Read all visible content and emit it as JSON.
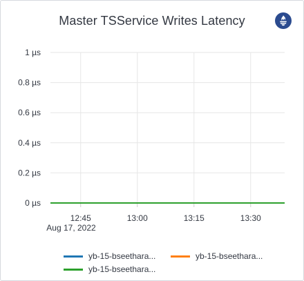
{
  "panel": {
    "title": "Master TSService Writes Latency",
    "icon": "prometheus-icon"
  },
  "chart_data": {
    "type": "line",
    "title": "Master TSService Writes Latency",
    "xlabel": "",
    "ylabel": "",
    "x_ticks": [
      "12:45",
      "13:00",
      "13:15",
      "13:30"
    ],
    "x_date_label": "Aug 17, 2022",
    "y_ticks": [
      "0 µs",
      "0.2 µs",
      "0.4 µs",
      "0.6 µs",
      "0.8 µs",
      "1 µs"
    ],
    "ylim": [
      0,
      1
    ],
    "xlim": [
      "12:37",
      "13:39"
    ],
    "grid": true,
    "legend_position": "bottom",
    "series": [
      {
        "name": "yb-15-bseethara...",
        "color": "#1f77b4",
        "x": [
          "12:37",
          "13:39"
        ],
        "y": [
          0,
          0
        ]
      },
      {
        "name": "yb-15-bseethara...",
        "color": "#ff7f0e",
        "x": [
          "12:37",
          "13:39"
        ],
        "y": [
          0,
          0
        ]
      },
      {
        "name": "yb-15-bseethara...",
        "color": "#2ca02c",
        "x": [
          "12:37",
          "13:39"
        ],
        "y": [
          0,
          0
        ]
      }
    ]
  }
}
